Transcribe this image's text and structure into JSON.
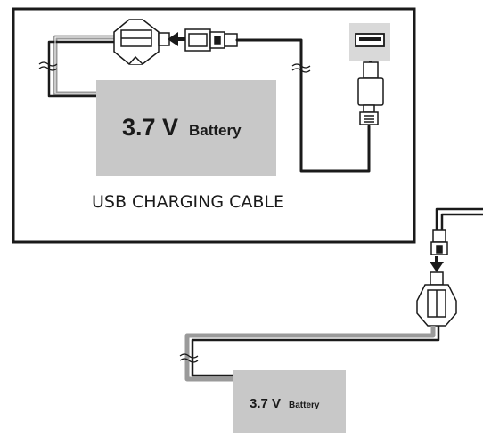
{
  "diagram": {
    "panel_caption": "USB CHARGING CABLE",
    "battery_top": {
      "voltage": "3.7 V",
      "label": "Battery"
    },
    "battery_bottom": {
      "voltage": "3.7 V",
      "label": "Battery"
    }
  },
  "colors": {
    "cable": "#1a1a1a",
    "cable_sheath": "#9a9a9a",
    "battery_fill": "#c8c8c8",
    "usb_port_fill": "#d9d9d9",
    "frame": "#1a1a1a"
  },
  "icons": [
    "usb-port-icon",
    "usb-plug-icon",
    "connector-plug-icon",
    "connector-socket-icon",
    "arrow-icon",
    "cable-break-icon"
  ]
}
